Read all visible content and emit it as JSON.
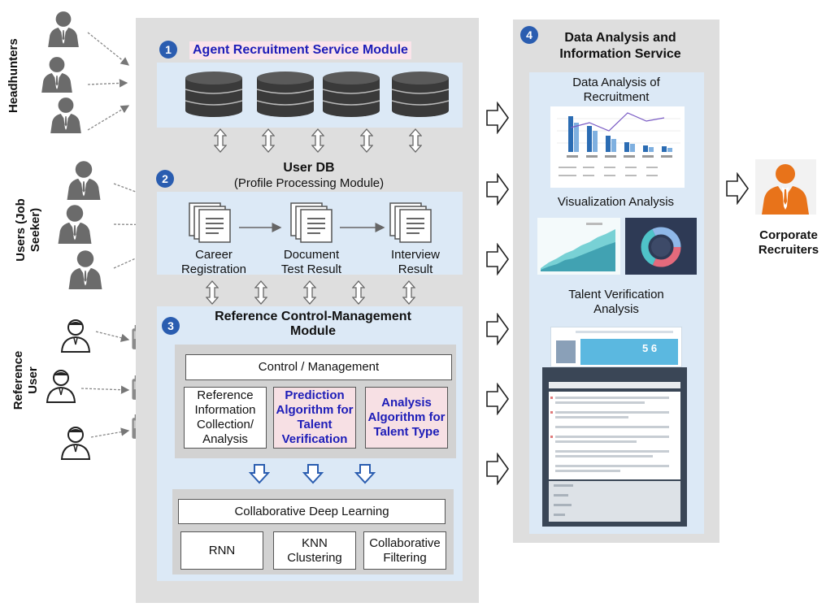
{
  "left_labels": {
    "headhunters": "Headhunters",
    "users_line1": "Users (Job",
    "users_line2": "Seeker)",
    "reference_line1": "Reference",
    "reference_line2": "User"
  },
  "module1": {
    "number": "1",
    "title": "Agent Recruitment Service Module"
  },
  "user_db": {
    "title": "User DB",
    "subtitle": "(Profile Processing Module)"
  },
  "module2": {
    "number": "2",
    "steps": [
      {
        "line1": "Career",
        "line2": "Registration"
      },
      {
        "line1": "Document",
        "line2": "Test Result"
      },
      {
        "line1": "Interview",
        "line2": "Result"
      }
    ]
  },
  "module3": {
    "number": "3",
    "title_line1": "Reference Control-Management",
    "title_line2": "Module",
    "control": "Control / Management",
    "boxes": [
      {
        "text": "Reference Information Collection/ Analysis"
      },
      {
        "text": "Prediction Algorithm for Talent Verification"
      },
      {
        "text": "Analysis Algorithm for Talent Type"
      }
    ],
    "deep_learning": "Collaborative Deep Learning",
    "methods": [
      "RNN",
      "KNN Clustering",
      "Collaborative Filtering"
    ]
  },
  "module4": {
    "number": "4",
    "title_line1": "Data Analysis and",
    "title_line2": "Information Service",
    "section1_line1": "Data Analysis of",
    "section1_line2": "Recruitment",
    "section2": "Visualization Analysis",
    "section3_line1": "Talent Verification",
    "section3_line2": "Analysis",
    "profile_numbers": "5 6"
  },
  "corporate": {
    "line1": "Corporate",
    "line2": "Recruiters"
  },
  "colors": {
    "accent_blue": "#2a5db0",
    "pink_box": "#f7e0e4",
    "orange_person": "#e8731a"
  }
}
